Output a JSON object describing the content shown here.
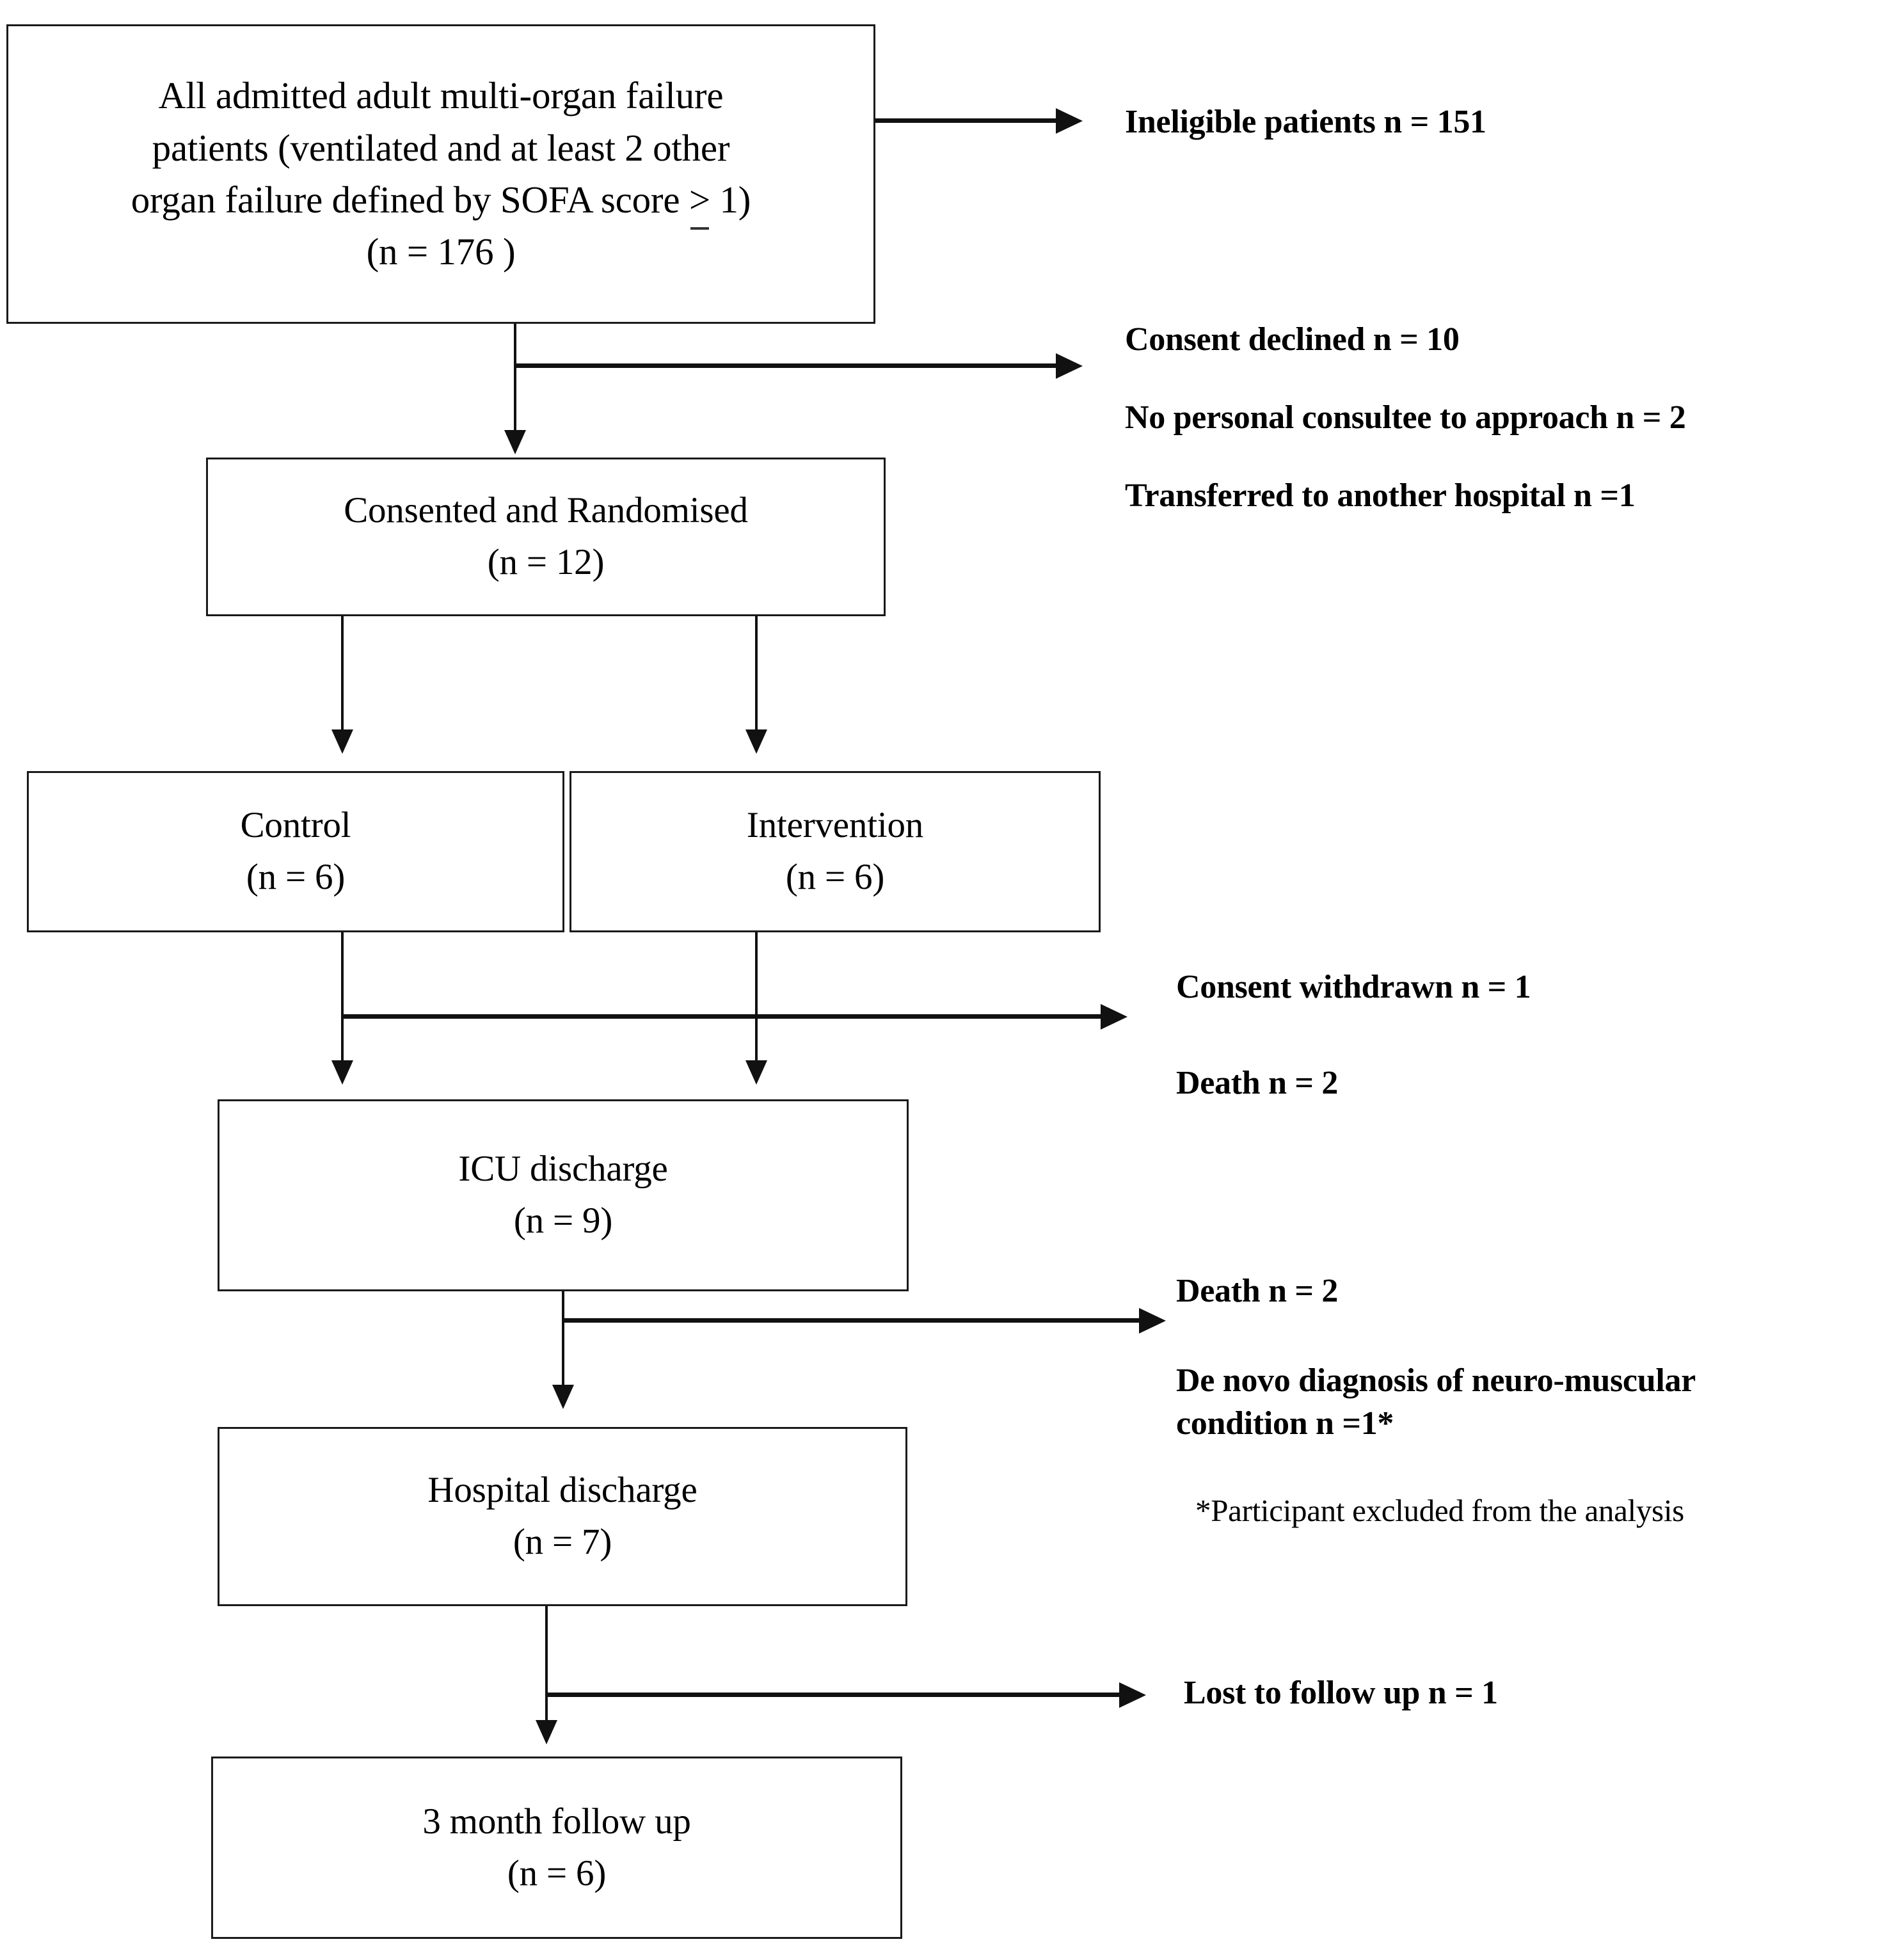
{
  "diagram": {
    "title": "CONSORT participant flow diagram",
    "boxes": [
      {
        "name": "eligibility-box",
        "lines": [
          "All admitted adult multi-organ failure",
          "patients (ventilated and at least 2 other",
          "organ failure defined by SOFA score ≥ 1)",
          "(n = 176   )"
        ],
        "label": "All admitted adult multi-organ failure patients",
        "count": "n = 176"
      },
      {
        "name": "randomised-box",
        "lines": [
          "Consented and Randomised",
          "(n = 12)"
        ],
        "label": "Consented and Randomised",
        "count": "n = 12"
      },
      {
        "name": "control-box",
        "lines": [
          "Control",
          "(n = 6)"
        ],
        "label": "Control",
        "count": "n = 6"
      },
      {
        "name": "intervention-box",
        "lines": [
          "Intervention",
          "(n = 6)"
        ],
        "label": "Intervention",
        "count": "n = 6"
      },
      {
        "name": "icu-discharge-box",
        "lines": [
          "ICU discharge",
          "(n = 9)"
        ],
        "label": "ICU discharge",
        "count": "n = 9"
      },
      {
        "name": "hospital-discharge-box",
        "lines": [
          "Hospital discharge",
          "(n = 7)"
        ],
        "label": "Hospital discharge",
        "count": "n = 7"
      },
      {
        "name": "follow-up-box",
        "lines": [
          "3 month follow up",
          "(n = 6)"
        ],
        "label": "3 month follow up",
        "count": "n = 6"
      }
    ],
    "notes": {
      "ineligible": "Ineligible patients n = 151",
      "consent_declined": "Consent declined n = 10",
      "no_consultee": "No personal consultee to approach n = 2",
      "transferred": "Transferred to another hospital n =1",
      "consent_withdrawn": "Consent withdrawn n = 1",
      "death_icu": "Death n = 2",
      "death_hospital": "Death n = 2",
      "de_novo": "De novo diagnosis of neuro-muscular\ncondition n =1*",
      "footnote": "*Participant excluded from the analysis",
      "lost_to_follow_up": "Lost to follow up n = 1"
    },
    "box_text": {
      "eligibility_l1": "All admitted adult multi-organ failure",
      "eligibility_l2": "patients (ventilated and at least 2 other",
      "eligibility_l3a": "organ failure defined by SOFA score ",
      "eligibility_l3b": ">",
      "eligibility_l3c": " 1)",
      "eligibility_l4": "(n = 176   )",
      "randomised_l1": "Consented and Randomised",
      "randomised_l2": "(n = 12)",
      "control_l1": "Control",
      "control_l2": "(n = 6)",
      "intervention_l1": "Intervention",
      "intervention_l2": "(n = 6)",
      "icu_l1": "ICU discharge",
      "icu_l2": "(n = 9)",
      "hospital_l1": "Hospital discharge",
      "hospital_l2": "(n = 7)",
      "followup_l1": "3 month follow up",
      "followup_l2": "(n = 6)"
    },
    "colors": {
      "stroke": "#111111",
      "box_border": "#1a1a1a",
      "background": "#ffffff",
      "text": "#000000"
    }
  }
}
